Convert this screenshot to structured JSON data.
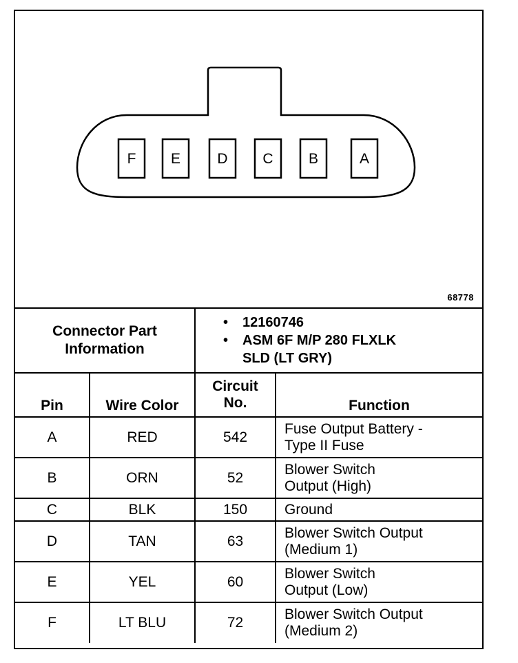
{
  "figure_number": "68778",
  "connector": {
    "cavities": [
      "F",
      "E",
      "D",
      "C",
      "B",
      "A"
    ]
  },
  "connector_part_information": {
    "label_line1": "Connector Part",
    "label_line2": "Information",
    "part_number": "12160746",
    "description_line1": "ASM 6F M/P 280 FLXLK",
    "description_line2": "SLD (LT GRY)",
    "bullet": "•"
  },
  "table": {
    "headers": {
      "pin": "Pin",
      "wire_color": "Wire Color",
      "circuit_line1": "Circuit",
      "circuit_line2": "No.",
      "function": "Function"
    },
    "rows": [
      {
        "pin": "A",
        "wire_color": "RED",
        "circuit": "542",
        "function_line1": "Fuse Output Battery -",
        "function_line2": "Type II Fuse"
      },
      {
        "pin": "B",
        "wire_color": "ORN",
        "circuit": "52",
        "function_line1": "Blower Switch",
        "function_line2": "Output (High)"
      },
      {
        "pin": "C",
        "wire_color": "BLK",
        "circuit": "150",
        "function_line1": "Ground",
        "function_line2": ""
      },
      {
        "pin": "D",
        "wire_color": "TAN",
        "circuit": "63",
        "function_line1": "Blower Switch Output",
        "function_line2": "(Medium 1)"
      },
      {
        "pin": "E",
        "wire_color": "YEL",
        "circuit": "60",
        "function_line1": "Blower Switch",
        "function_line2": "Output (Low)"
      },
      {
        "pin": "F",
        "wire_color": "LT BLU",
        "circuit": "72",
        "function_line1": "Blower Switch Output",
        "function_line2": "(Medium 2)"
      }
    ]
  }
}
